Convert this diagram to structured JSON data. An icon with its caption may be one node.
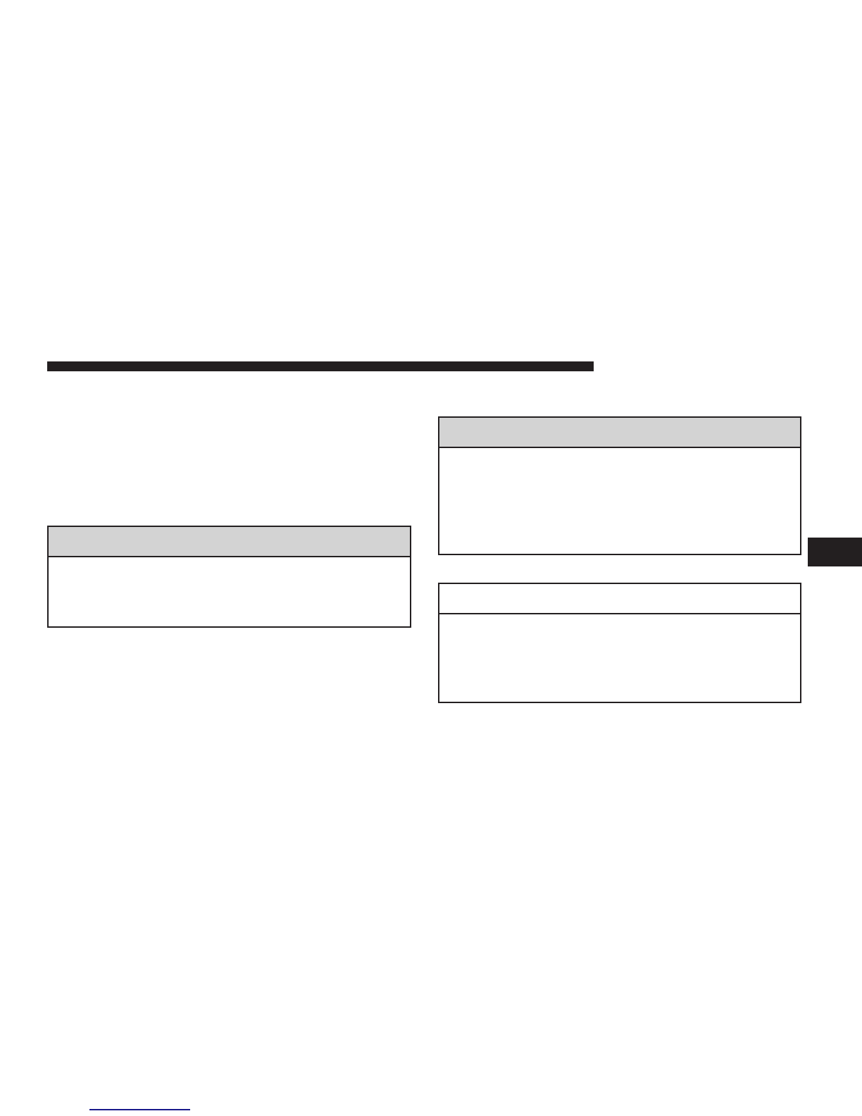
{
  "diagram": {
    "nodes": [
      {
        "text": [],
        "shape": "box"
      },
      {
        "text": [],
        "shape": "box"
      },
      {
        "text": [],
        "shape": "box"
      },
      {
        "text": [],
        "shape": "bar"
      }
    ]
  }
}
